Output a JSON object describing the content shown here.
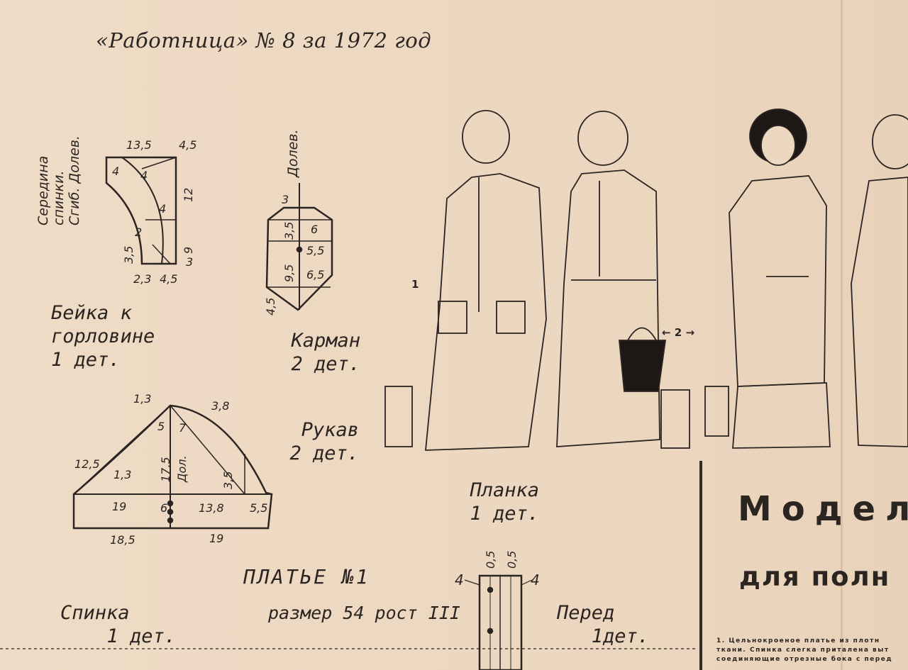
{
  "header": {
    "title": "«Работница» № 8 за 1972 год"
  },
  "pieces": {
    "neck_facing": {
      "vertical_label": [
        "Середина",
        "спинки.",
        "Сгиб. Долев."
      ],
      "label_lines": [
        "Бейка к",
        "горловине",
        "1 дет."
      ],
      "nums": {
        "top": "13,5",
        "tr": "4,5",
        "right": "12",
        "a": "4",
        "b": "4",
        "c": "4",
        "d": "2",
        "left": "3,5",
        "r9": "9",
        "r3": "3",
        "bl": "2,3",
        "br": "4,5"
      }
    },
    "pocket": {
      "vertical_label": "Долев.",
      "label_lines": [
        "Карман",
        "2 дет."
      ],
      "nums": {
        "top": "3",
        "a": "3,5",
        "b": "6",
        "c": "5,5",
        "d": "9,5",
        "e": "6,5",
        "f": "4,5"
      }
    },
    "sleeve": {
      "label_lines": [
        "Рукав",
        "2 дет."
      ],
      "nums": {
        "n13a": "1,3",
        "n38": "3,8",
        "n5": "5",
        "n7": "7",
        "n125": "12,5",
        "n13b": "1,3",
        "n175": "17,5",
        "dol": "Дол.",
        "n35": "3,5",
        "n19a": "19",
        "n6": "6",
        "n138": "13,8",
        "n55": "5,5",
        "n185": "18,5",
        "n19b": "19"
      }
    },
    "placket": {
      "label_lines": [
        "Планка",
        "1 дет."
      ],
      "nums": {
        "a": "0,5",
        "b": "0,5",
        "l": "4",
        "r": "4"
      }
    },
    "dress": {
      "line1": "ПЛАТЬЕ №1",
      "line2": "размер 54 рост III"
    },
    "back": {
      "label_lines": [
        "Спинка",
        "1 дет."
      ]
    },
    "front": {
      "label_lines": [
        "Перед",
        "1дет."
      ]
    }
  },
  "figures": {
    "n1": "1",
    "n2": "← 2 →"
  },
  "article": {
    "title": "Модел",
    "subtitle": "для полн",
    "body": [
      "1. Цельнокроеное платье из плотн",
      "ткани. Спинка слегка приталена выт",
      "соединяющие отрезные бока с перед"
    ]
  }
}
